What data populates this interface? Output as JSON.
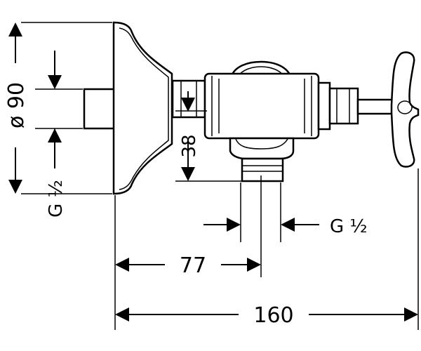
{
  "dims": {
    "flange_diameter": "ø 90",
    "flange_thread": "G ½",
    "depth": "38",
    "outlet_thread": "G ½",
    "center_offset": "77",
    "overall_length": "160"
  }
}
